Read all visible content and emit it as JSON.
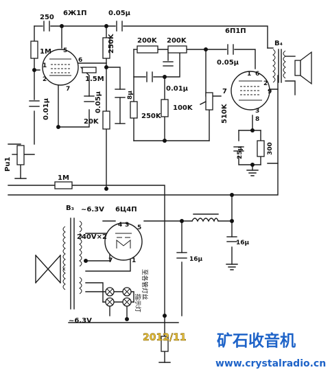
{
  "tubes": {
    "v1": "6Ж1П",
    "v2": "6П1П",
    "rectifier": "6Ц4П"
  },
  "components": {
    "c_input": "250",
    "r_grid_v1": "1M",
    "c_cathode_v1": "0.01μ",
    "r_screen_v1": "1.5M",
    "c_screen_v1": "0.05μ",
    "r_plate_v1": "250K",
    "r_decouple": "20K",
    "c_decouple": "8μ",
    "c_coupling_top": "0.05μ",
    "r_tone_a": "200K",
    "r_tone_b": "200K",
    "c_tone": "0.01μ",
    "r_tone_c": "250K",
    "r_tone_d": "100K",
    "c_coupling_v2": "0.05μ",
    "r_grid_v2": "510K",
    "c_cathode_v2": "25μ",
    "r_cathode_v2": "300",
    "r_feed": "1M",
    "c_filter_1": "16μ",
    "c_filter_2": "16μ"
  },
  "transformers": {
    "output": "B₄",
    "power": "B₃",
    "heater_top": "~6.3V",
    "hv_secondary": "240V×2",
    "heater_bottom": "~6.3V"
  },
  "pins": {
    "v1_a": "5",
    "v1_b": "1",
    "v1_c": "6",
    "v1_d": "2",
    "v1_e": "7",
    "v2_a": "1",
    "v2_b": "6",
    "v2_c": "7",
    "v2_d": "2",
    "v2_e": "9",
    "v2_f": "3",
    "v2_g": "8",
    "rect_a": "4",
    "rect_b": "3",
    "rect_c": "5",
    "rect_d": "7",
    "rect_e": "1"
  },
  "annotations": {
    "volume_label": "Pu1",
    "lamp_label": "指示灯",
    "heater_label": "至各管灯丝"
  },
  "watermark": {
    "date": "2012/11",
    "site_name": "矿石收音机",
    "url": "www.crystalradio.cn"
  },
  "colors": {
    "ink": "#1a1a1a",
    "watermark_blue": "#1e63c8",
    "watermark_gold": "#e8c13a"
  }
}
